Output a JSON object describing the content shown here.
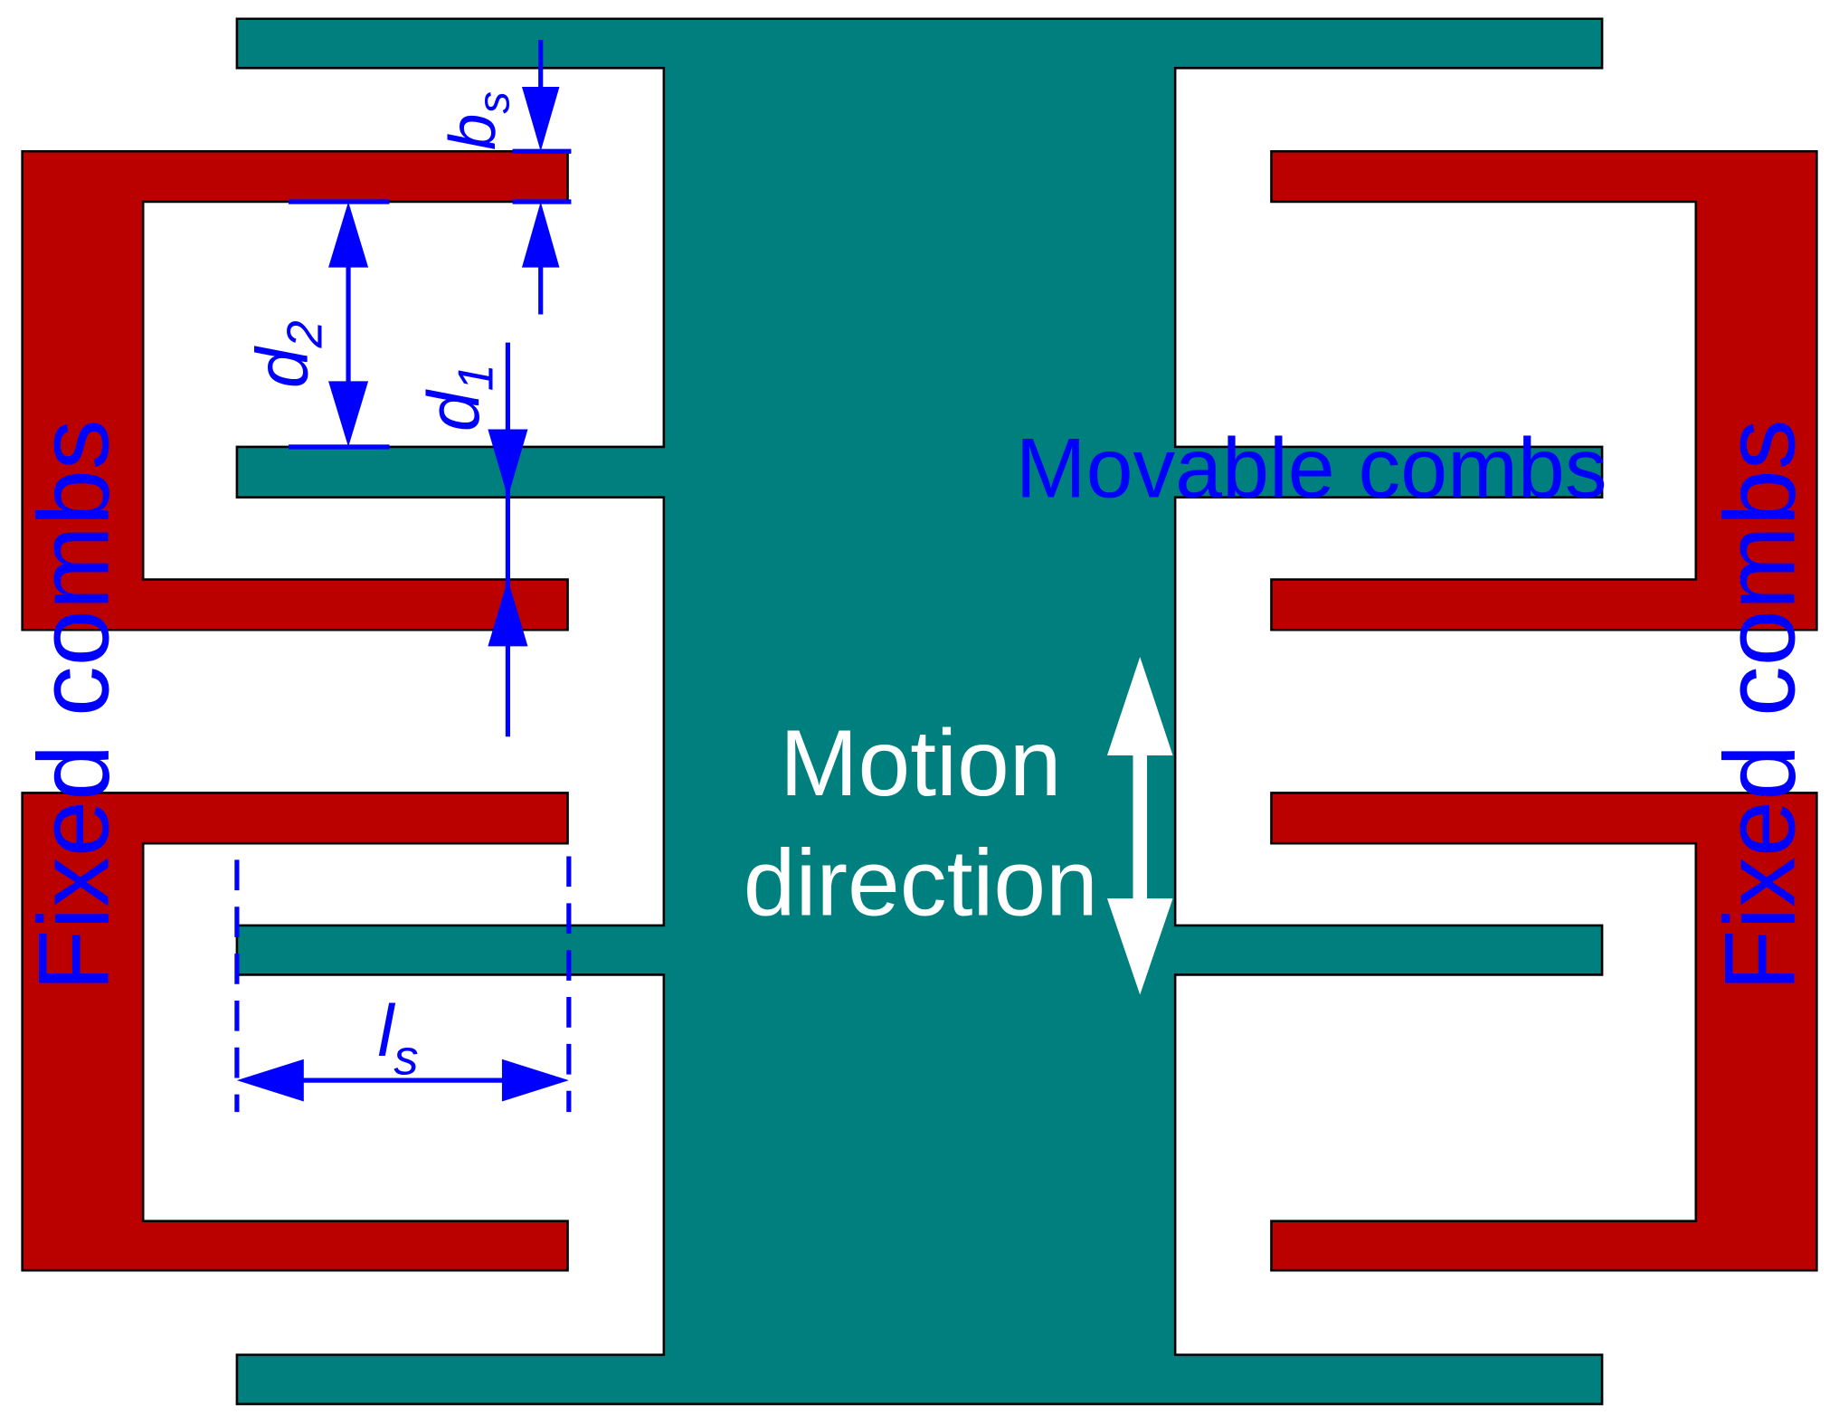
{
  "labels": {
    "fixed_combs_left": "Fixed combs",
    "fixed_combs_right": "Fixed combs",
    "movable_combs": "Movable combs",
    "motion_line1": "Motion",
    "motion_line2": "direction"
  },
  "symbols": {
    "bs_base": "b",
    "bs_sub": "s",
    "d2_base": "d",
    "d2_sub": "2",
    "d1_base": "d",
    "d1_sub": "1",
    "ls_base": "l",
    "ls_sub": "s"
  },
  "colors": {
    "movable": "#007f7f",
    "fixed": "#bb0000",
    "dimension": "#0000ff",
    "motion": "#ffffff"
  }
}
